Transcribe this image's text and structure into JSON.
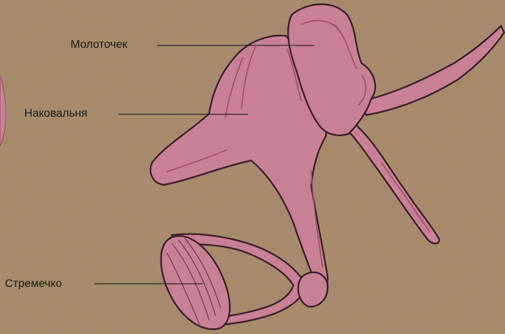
{
  "colors": {
    "background": "#a88d6e",
    "bone_fill": "#c98095",
    "bone_shade": "#9a4d66",
    "outline": "#3a1c28",
    "leader_line": "#1d1a17"
  },
  "labels": {
    "malleus": "Молоточек",
    "incus": "Наковальня",
    "stapes": "Стремечко"
  }
}
